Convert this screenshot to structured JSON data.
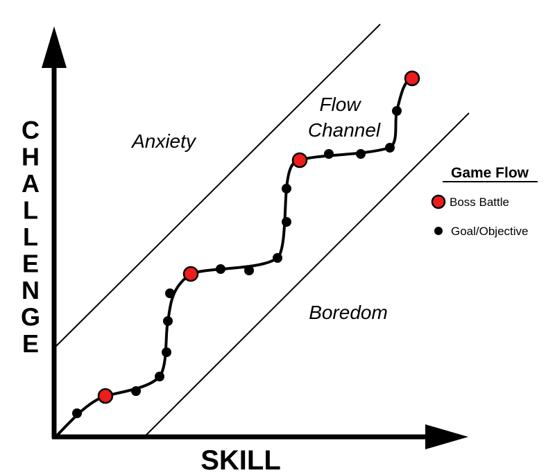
{
  "axes": {
    "y_label": "CHALLENGE",
    "x_label": "SKILL"
  },
  "regions": {
    "anxiety": "Anxiety",
    "flow_line1": "Flow",
    "flow_line2": "Channel",
    "boredom": "Boredom"
  },
  "legend": {
    "title": "Game Flow",
    "boss_label": "Boss Battle",
    "goal_label": "Goal/Objective"
  },
  "colors": {
    "boss": "#ee1c1c",
    "goal": "#000000",
    "line": "#000000"
  }
}
